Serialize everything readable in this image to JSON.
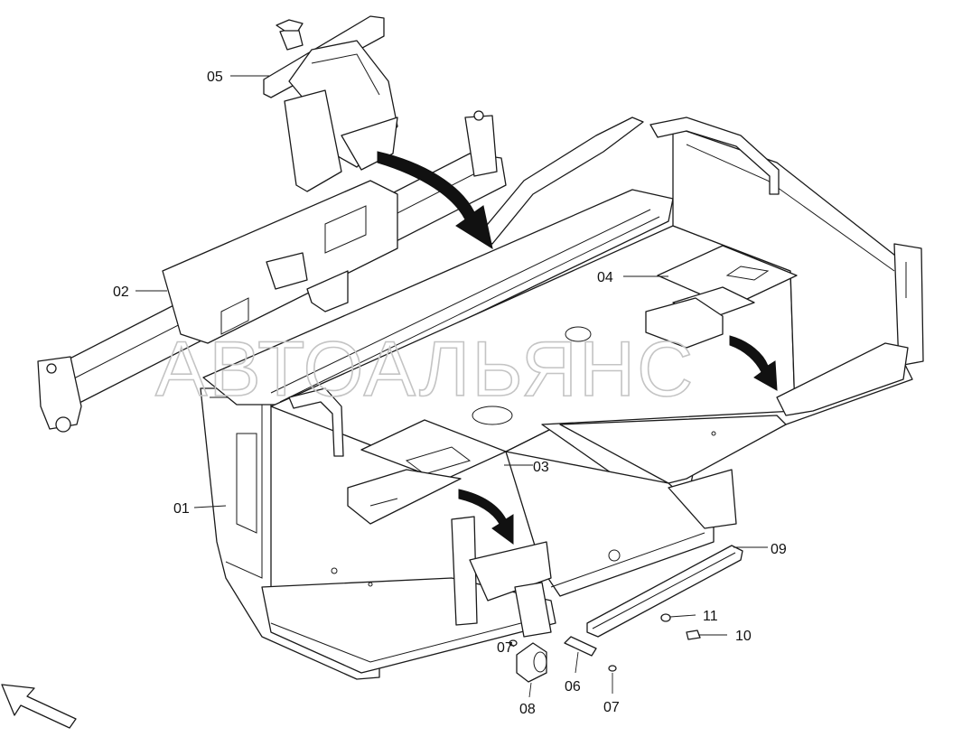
{
  "watermark": "АВТОАЛЬЯНС",
  "callouts": [
    {
      "id": "01",
      "text": "01"
    },
    {
      "id": "02",
      "text": "02"
    },
    {
      "id": "03",
      "text": "03"
    },
    {
      "id": "04",
      "text": "04"
    },
    {
      "id": "05",
      "text": "05"
    },
    {
      "id": "06",
      "text": "06"
    },
    {
      "id": "07a",
      "text": "07"
    },
    {
      "id": "07b",
      "text": "07"
    },
    {
      "id": "08",
      "text": "08"
    },
    {
      "id": "09",
      "text": "09"
    },
    {
      "id": "10",
      "text": "10"
    },
    {
      "id": "11",
      "text": "11"
    }
  ],
  "colors": {
    "line": "#1a1a1a",
    "watermark": "#c4c4c4",
    "background": "#ffffff"
  }
}
